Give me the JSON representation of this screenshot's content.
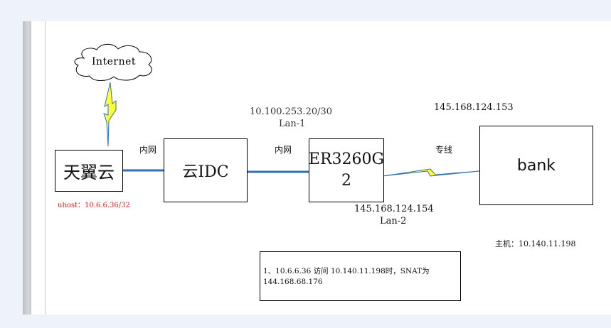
{
  "nodes": {
    "internet": "Internet",
    "tianyi": "天翼云",
    "idc": "云IDC",
    "router": "ER3260G\n2",
    "bank": "bank"
  },
  "links": {
    "tianyi_idc": "内网",
    "idc_router": "内网",
    "router_bank": "专线"
  },
  "addresses": {
    "lan1_ip": "10.100.253.20/30",
    "lan1_name": "Lan-1",
    "bank_ip": "145.168.124.153",
    "lan2_ip": "145.168.124.154",
    "lan2_name": "Lan-2",
    "uhost": "uhost：10.6.6.36/32",
    "host": "主机：10.140.11.198"
  },
  "note": "1、10.6.6.36 访问 10.140.11.198时，SNAT为\n144.168.68.176",
  "colors": {
    "link": "#2e6fb5",
    "lightning": "#ffff33",
    "uhost_text": "#e02020"
  }
}
